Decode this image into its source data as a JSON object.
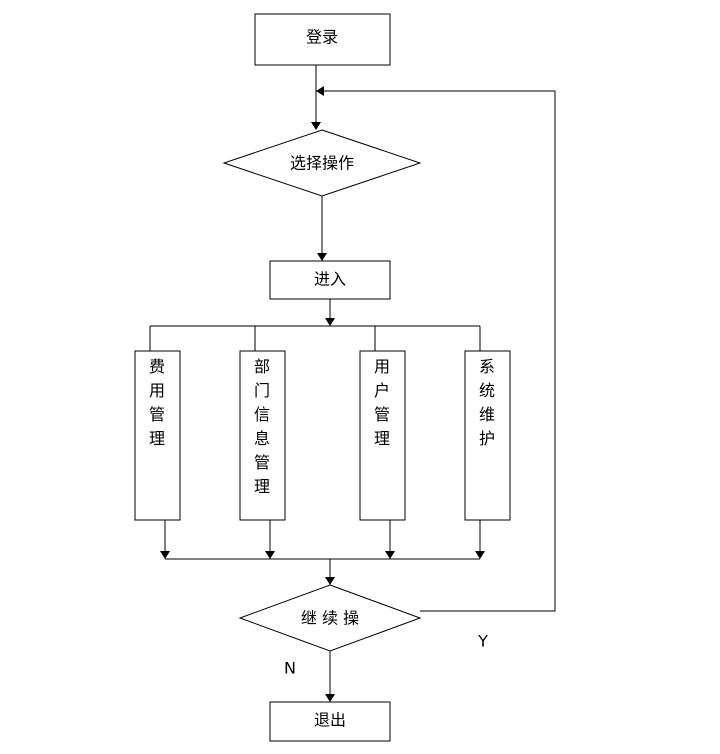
{
  "flowchart": {
    "start": "登录",
    "choose": "选择操作",
    "enter": "进入",
    "modules": [
      {
        "label": "费用管理"
      },
      {
        "label": "部门信息管理"
      },
      {
        "label": "用户管理"
      },
      {
        "label": "系统维护"
      }
    ],
    "continue": "继 续 操",
    "yes_label": "Y",
    "no_label": "N",
    "exit": "退出"
  }
}
